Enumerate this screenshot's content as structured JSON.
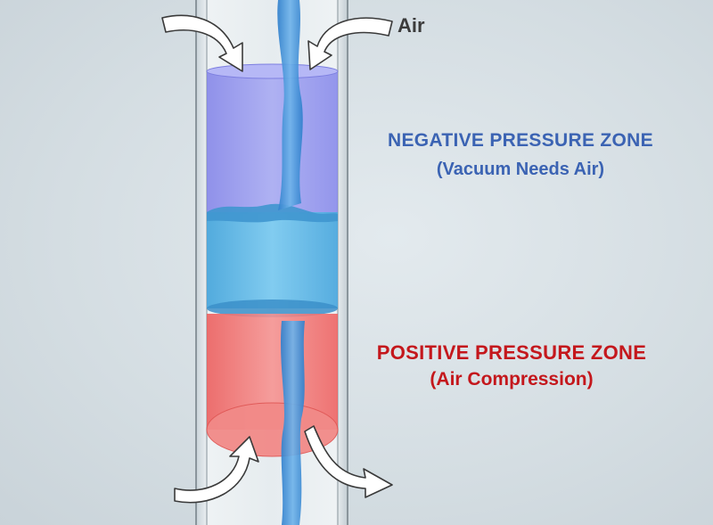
{
  "labels": {
    "air": "Air",
    "negative_zone_title": "NEGATIVE PRESSURE ZONE",
    "negative_zone_subtitle": "(Vacuum Needs Air)",
    "positive_zone_title": "POSITIVE PRESSURE ZONE",
    "positive_zone_subtitle": "(Air Compression)"
  },
  "colors": {
    "negative_text": "#3b63b3",
    "positive_text": "#c4171c",
    "negative_zone_fill": "#8f8ff0",
    "water_slug_fill": "#5ab5e6",
    "positive_zone_fill": "#f2706e",
    "water_stream": "#4a93d8",
    "pipe_glass": "#dfe6ea",
    "arrow_fill": "#ffffff",
    "arrow_stroke": "#3a3a3a"
  }
}
